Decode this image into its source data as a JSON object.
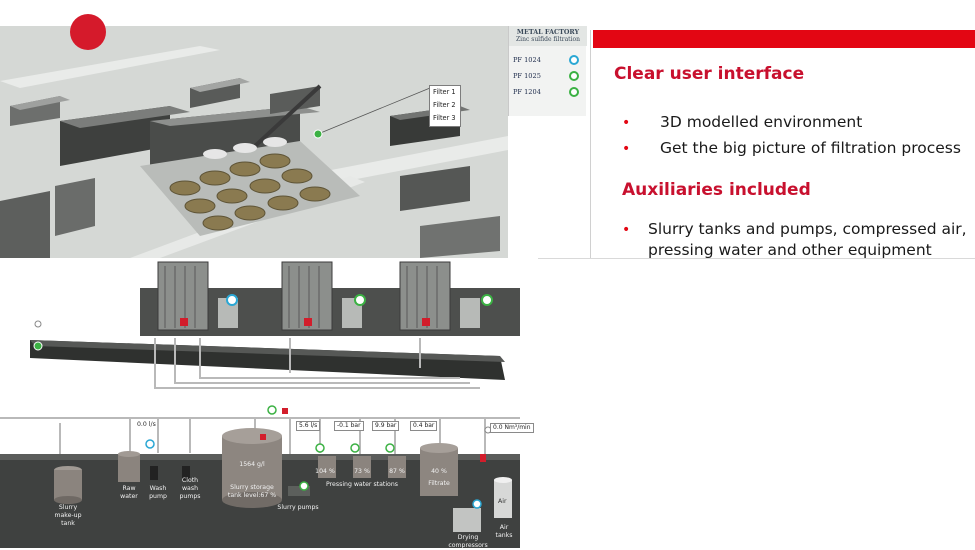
{
  "factory_status": {
    "title": "METAL FACTORY",
    "subtitle": "Zinc sulfide filtration",
    "units": [
      {
        "label": "PF 1024",
        "status_color": "#2aa7d4"
      },
      {
        "label": "PF 1025",
        "status_color": "#3bb143"
      },
      {
        "label": "PF 1204",
        "status_color": "#3bb143"
      }
    ]
  },
  "filter_callout": {
    "items": [
      "Filter 1",
      "Filter 2",
      "Filter 3"
    ]
  },
  "schematic": {
    "readouts": {
      "flow_left": "0.0 l/s",
      "flow_mid": "5.6 l/s",
      "pressure_1": "-0.1 bar",
      "pressure_2": "9.9 bar",
      "pressure_3": "0.4 bar",
      "air_flow": "0.0 Nm³/min"
    },
    "labels": {
      "slurry_makeup_tank": "Slurry make-up tank",
      "raw_water": "Raw water",
      "wash_pump": "Wash pump",
      "cloth_wash_pumps": "Cloth wash pumps",
      "storage_concentration": "1564 g/l",
      "slurry_storage_tank": "Slurry storage tank level:67 %",
      "slurry_pumps": "Slurry pumps",
      "tank_104": "104 %",
      "tank_73": "73 %",
      "tank_87": "87 %",
      "pressing_water_stations": "Pressing water stations",
      "filtrate_level": "40 %",
      "filtrate": "Filtrate",
      "drying_compressors": "Drying compressors",
      "air": "Air",
      "air_tanks": "Air tanks"
    }
  },
  "slide": {
    "heading1": "Clear user interface",
    "bullets1": [
      "3D modelled environment",
      "Get the big picture of filtration process"
    ],
    "heading2": "Auxiliaries included",
    "bullets2": [
      "Slurry tanks and pumps, compressed air,",
      "pressing water and other equipment"
    ],
    "accent_color": "#e30613"
  }
}
